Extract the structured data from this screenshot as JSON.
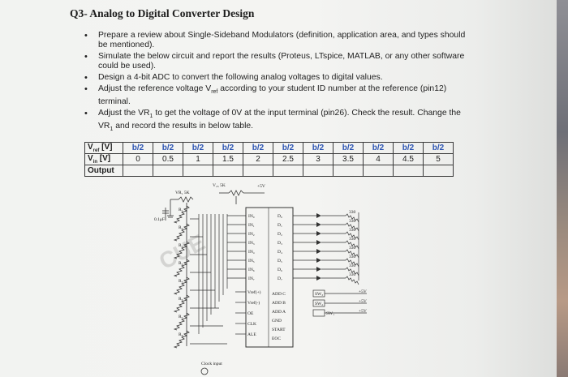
{
  "title": "Q3- Analog to Digital Converter Design",
  "bullets": [
    "Prepare a review about Single-Sideband Modulators (definition, application area, and types should be mentioned).",
    "Simulate the below circuit and report the results (Proteus, LTspice, MATLAB, or any other software could be used).",
    "Design a 4-bit ADC to convert the following analog voltages to digital values.",
    "Adjust the reference voltage V",
    "Adjust the VR"
  ],
  "bullet4": {
    "pre": "Adjust the reference voltage V",
    "sub": "ref",
    "post": " according to your student ID number at the reference (pin12) terminal."
  },
  "bullet5": {
    "pre": "Adjust the VR",
    "sub": "1",
    "mid": " to get the voltage of 0V at the input terminal (pin26). Check the result. Change the VR",
    "sub2": "1",
    "post": " and record the results in below table."
  },
  "table": {
    "row_labels": [
      "Vref [V]",
      "Vin [V]",
      "Output"
    ],
    "vref_sub": "ref",
    "vin_sub": "in",
    "vref_label_pre": "V",
    "vref_label_post": " [V]",
    "vin_label_pre": "V",
    "vin_label_post": " [V]",
    "output_label": "Output",
    "vref_values": [
      "b/2",
      "b/2",
      "b/2",
      "b/2",
      "b/2",
      "b/2",
      "b/2",
      "b/2",
      "b/2",
      "b/2",
      "b/2"
    ],
    "vin_values": [
      "0",
      "0.5",
      "1",
      "1.5",
      "2",
      "2.5",
      "3",
      "3.5",
      "4",
      "4.5",
      "5"
    ],
    "output_values": [
      "",
      "",
      "",
      "",
      "",
      "",
      "",
      "",
      "",
      "",
      ""
    ]
  },
  "circuit": {
    "vr1_label": "VR₁ 5K",
    "vr2_label": "V₂₅ 5K",
    "supply_label": "+5V",
    "cap_label": "0.1μF",
    "r_labels": [
      "R₁",
      "R₂",
      "R₃",
      "R₄",
      "R₅",
      "R₆",
      "R₇",
      "R₈"
    ],
    "in_pins": [
      "IN₀",
      "IN₁",
      "IN₂",
      "IN₃",
      "IN₄",
      "IN₅",
      "IN₆",
      "IN₇"
    ],
    "out_pins": [
      "D₀",
      "D₁",
      "D₂",
      "D₃",
      "D₄",
      "D₅",
      "D₆",
      "D₇"
    ],
    "ctrl_pins": [
      "Vref(+)",
      "Vref(-)",
      "OE",
      "CLK",
      "ALE"
    ],
    "addr_pins": [
      "ADD C",
      "ADD B",
      "ADD A",
      "GND",
      "START",
      "EOC"
    ],
    "res_labels": [
      "330",
      "330",
      "330",
      "330",
      "330",
      "330",
      "330",
      "330"
    ],
    "sw_labels": [
      "SW₃",
      "SW₂",
      "SW₁"
    ],
    "plus5": [
      "+5V",
      "+5V",
      "+5V"
    ],
    "clock_label": "Clock input"
  },
  "watermark": "CUE"
}
